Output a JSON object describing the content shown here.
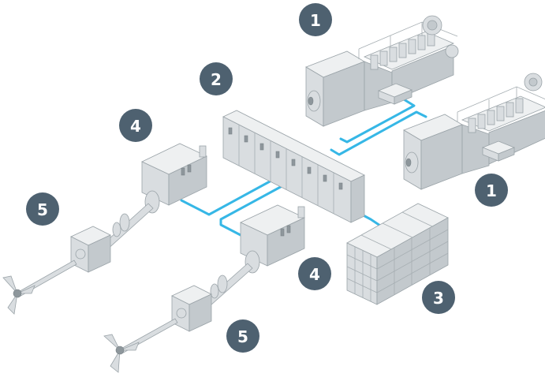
{
  "colors": {
    "badge": "#4e6170",
    "cable": "#36b7e6",
    "equipment_light": "#eef0f1",
    "equipment_mid": "#d9dde0",
    "equipment_dark": "#c3c9cd"
  },
  "badges": [
    {
      "id": "badge-1-top",
      "label": "1"
    },
    {
      "id": "badge-1-right",
      "label": "1"
    },
    {
      "id": "badge-2",
      "label": "2"
    },
    {
      "id": "badge-3",
      "label": "3"
    },
    {
      "id": "badge-4-left",
      "label": "4"
    },
    {
      "id": "badge-4-mid",
      "label": "4"
    },
    {
      "id": "badge-5-left",
      "label": "5"
    },
    {
      "id": "badge-5-bottom",
      "label": "5"
    }
  ]
}
